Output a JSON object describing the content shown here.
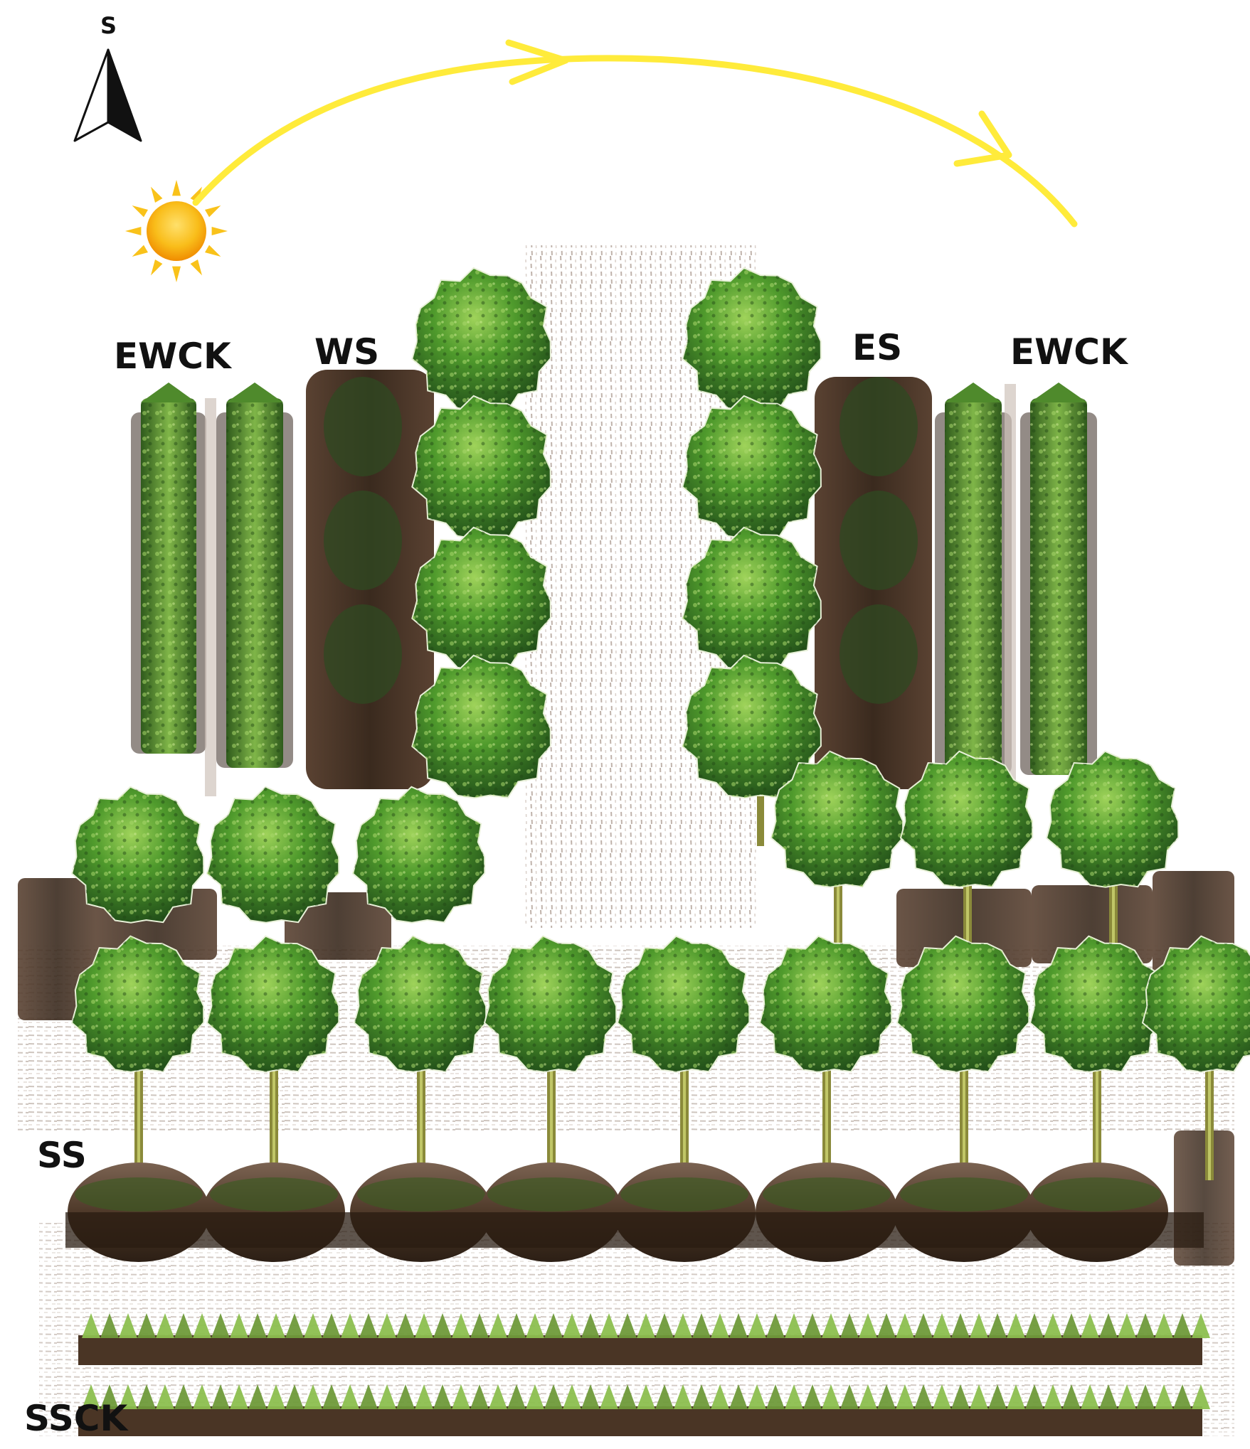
{
  "compass": {
    "label": "S",
    "icon": "north-arrow-icon"
  },
  "sun": {
    "icon": "sun-icon",
    "path_icon": "sun-path-arrow-icon",
    "color": "#f7b500",
    "path_color": "#ffeb3b"
  },
  "labels": {
    "ewck_left": "EWCK",
    "ws": "WS",
    "es": "ES",
    "ewck_right": "EWCK",
    "ss": "SS",
    "ssck": "SSCK"
  },
  "colors": {
    "tree_dark": "#2f6b1f",
    "tree_mid": "#4f9a2c",
    "tree_light": "#8cc84b",
    "soil": "#4a3525",
    "soil_light": "#8a7060",
    "crop": "#6f9a3a",
    "trunk": "#8a8a3a"
  }
}
